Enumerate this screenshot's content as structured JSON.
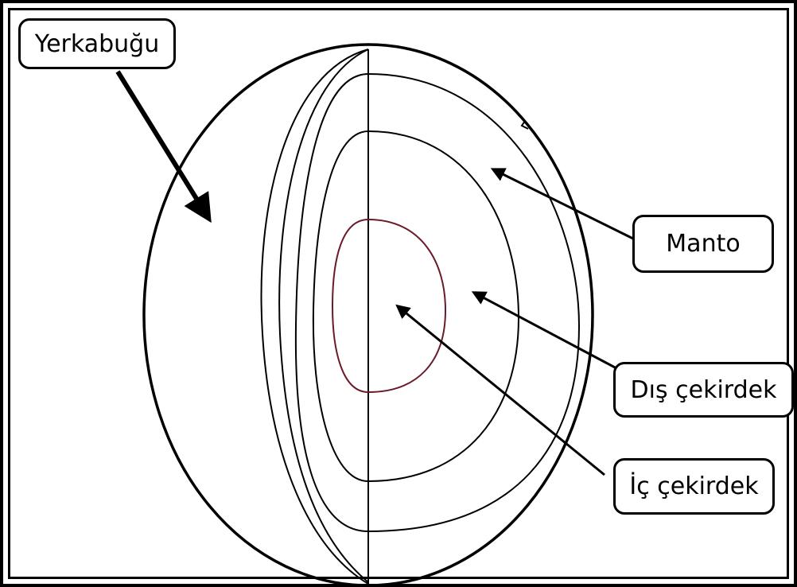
{
  "labels": {
    "crust": "Yerkabuğu",
    "mantle": "Manto",
    "outer_core": "Dış çekirdek",
    "inner_core": "İç çekirdek"
  },
  "colors": {
    "line": "#000000",
    "inner_core_outline": "#6b1a2a",
    "background": "#ffffff"
  }
}
